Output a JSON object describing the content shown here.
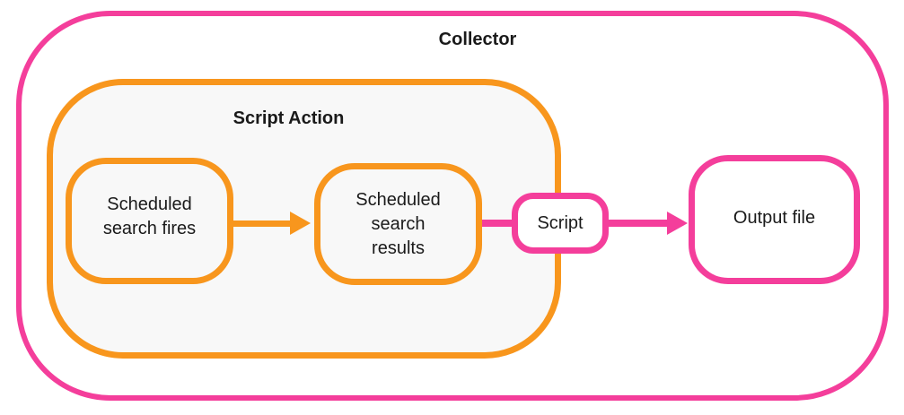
{
  "colors": {
    "pink": "#F43E9B",
    "orange": "#F8961D",
    "script_action_fill": "#F8F8F8",
    "node_fill": "#FFFFFF",
    "text": "#1A1A1A"
  },
  "collector": {
    "label": "Collector"
  },
  "script_action": {
    "label": "Script Action"
  },
  "nodes": {
    "scheduled_search_fires": {
      "label": "Scheduled search fires"
    },
    "scheduled_search_results": {
      "label": "Scheduled search results"
    },
    "script": {
      "label": "Script"
    },
    "output_file": {
      "label": "Output file"
    }
  },
  "connectors": [
    {
      "from": "scheduled_search_fires",
      "to": "scheduled_search_results",
      "color": "#F8961D",
      "arrowhead": "right"
    },
    {
      "from": "scheduled_search_results",
      "to": "script",
      "color": "#F43E9B",
      "arrowhead": "none"
    },
    {
      "from": "script",
      "to": "output_file",
      "color": "#F43E9B",
      "arrowhead": "right"
    }
  ]
}
